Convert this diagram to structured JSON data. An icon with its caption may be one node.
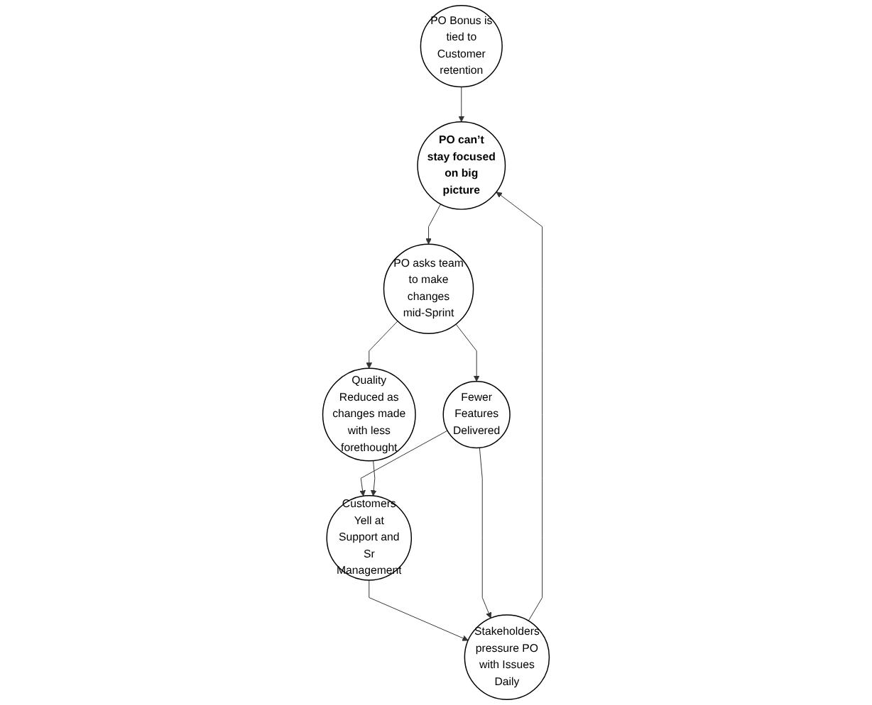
{
  "diagram": {
    "nodes": [
      {
        "text": [
          "PO Bonus is tied to Customer retention"
        ]
      },
      {
        "text": [
          "PO can’t stay focused on big picture"
        ]
      },
      {
        "text": [
          "Stakeholders pressure PO with Issues Daily"
        ]
      },
      {
        "text": [
          "Customers Yell at Support and Sr Management"
        ]
      },
      {
        "text": [
          "PO asks team to make changes mid-Sprint"
        ]
      },
      {
        "text": [
          "Quality Reduced as changes made with less forethought"
        ]
      },
      {
        "text": [
          "Fewer Features Delivered"
        ]
      }
    ],
    "edges": [
      {
        "from": 0,
        "to": 1,
        "arrow": "to"
      },
      {
        "from": 2,
        "to": 1,
        "arrow": "to"
      },
      {
        "from": 3,
        "to": 2,
        "arrow": "to"
      },
      {
        "from": 1,
        "to": 4,
        "arrow": "to"
      },
      {
        "from": 4,
        "to": 5,
        "arrow": "to"
      },
      {
        "from": 4,
        "to": 6,
        "arrow": "to"
      },
      {
        "from": 6,
        "to": 2,
        "arrow": "to"
      },
      {
        "from": 6,
        "to": 3,
        "arrow": "to"
      },
      {
        "from": 5,
        "to": 3,
        "arrow": "to"
      }
    ]
  }
}
